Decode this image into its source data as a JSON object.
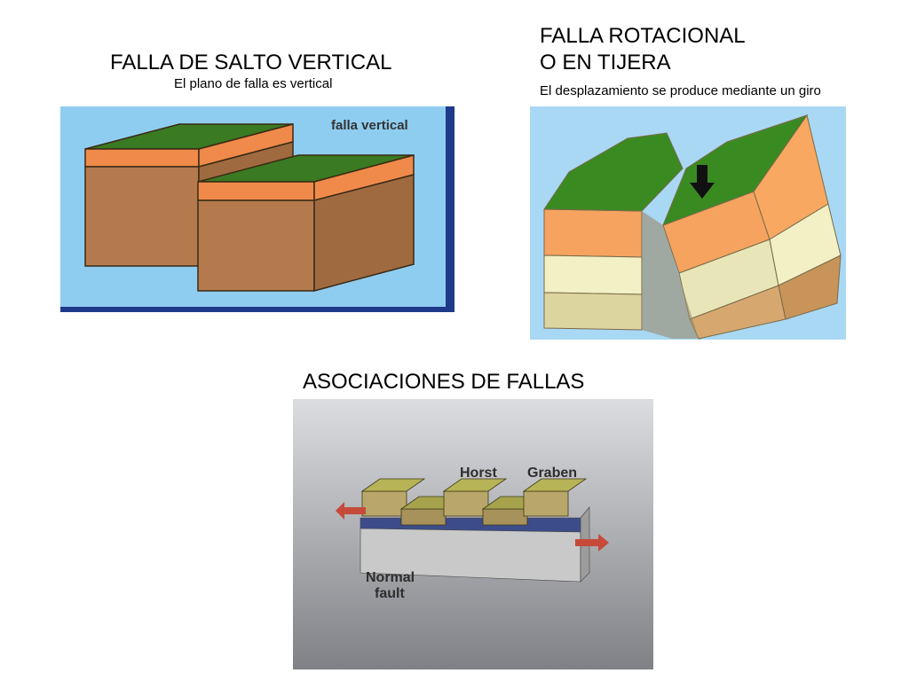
{
  "slide": {
    "vertical": {
      "title": "FALLA  DE SALTO VERTICAL",
      "subtitle": "El plano de falla es vertical",
      "figure_label": "falla vertical"
    },
    "rotational": {
      "title_line1": "FALLA  ROTACIONAL",
      "title_line2": "O EN TIJERA",
      "subtitle": "El desplazamiento se produce mediante un giro"
    },
    "associations": {
      "title": "ASOCIACIONES DE FALLAS",
      "labels": {
        "horst": "Horst",
        "graben": "Graben",
        "normal": "Normal",
        "fault": "fault"
      }
    }
  },
  "colors": {
    "sky": "#8fcdf0",
    "grass": "#3a7a22",
    "orange": "#f08a4a",
    "brown": "#b47a4e",
    "cream": "#f2f0c4"
  }
}
